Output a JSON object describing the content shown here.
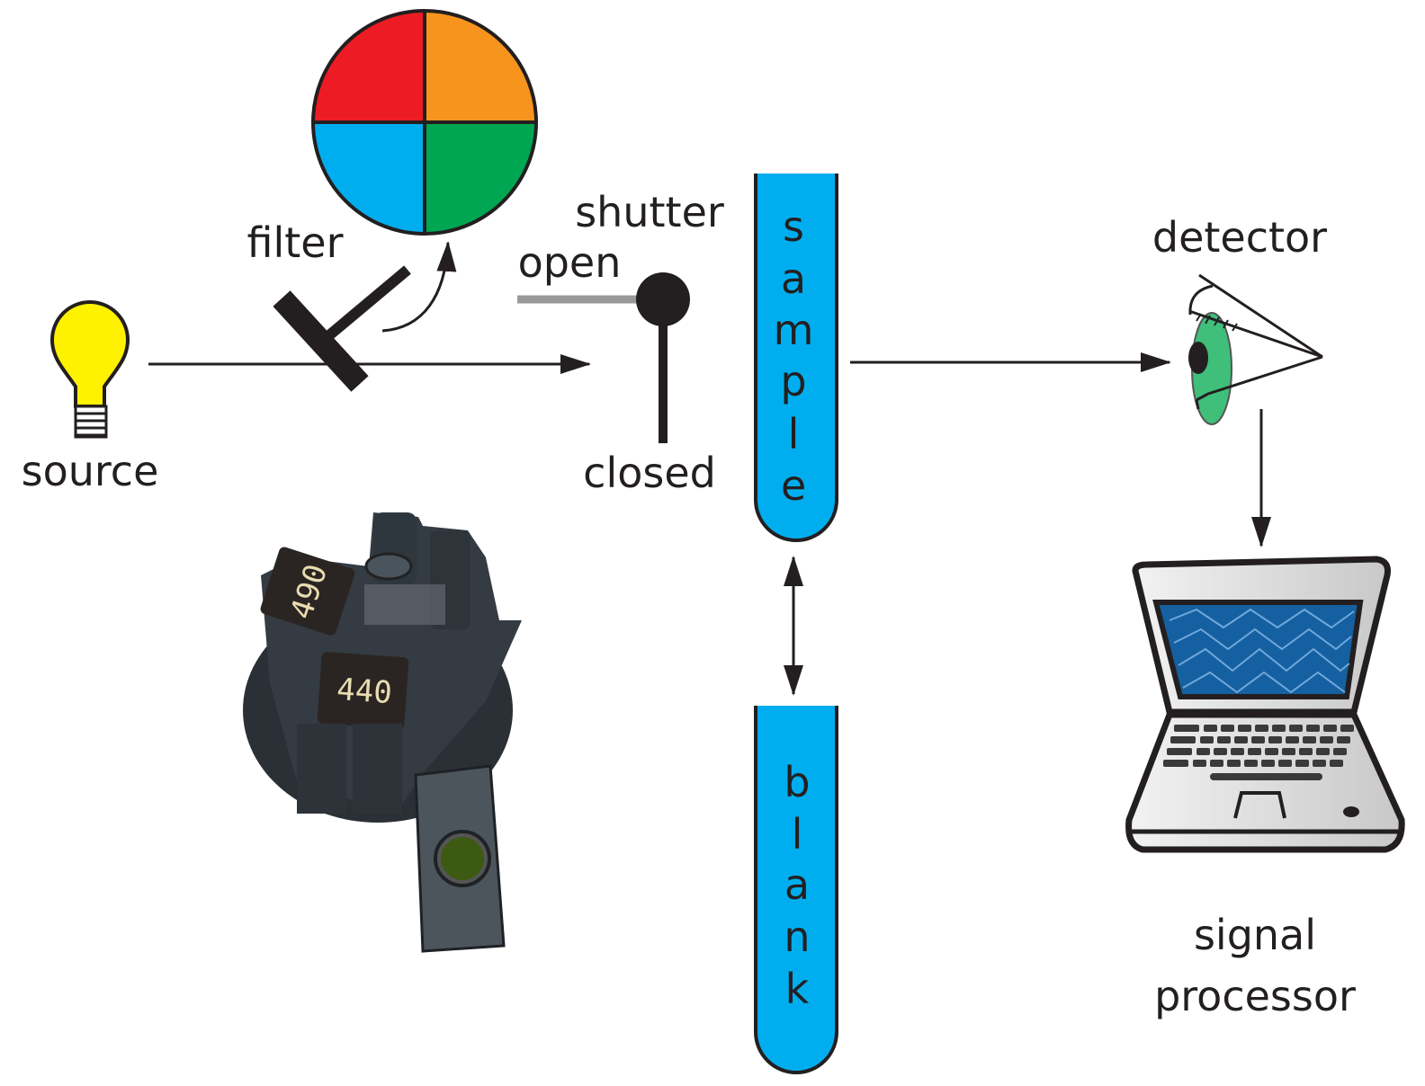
{
  "labels": {
    "source": "source",
    "filter": "filter",
    "shutter": "shutter",
    "open": "open",
    "closed": "closed",
    "detector": "detector",
    "signal_processor_line1": "signal",
    "signal_processor_line2": "processor"
  },
  "sample_letters": [
    "s",
    "a",
    "m",
    "p",
    "l",
    "e"
  ],
  "blank_letters": [
    "b",
    "l",
    "a",
    "n",
    "k"
  ],
  "filter_photo_labels": [
    "490",
    "440"
  ],
  "colors": {
    "filter_red": "#ed1c24",
    "filter_orange": "#f7941d",
    "filter_blue": "#00aeef",
    "filter_green": "#00a651",
    "cuvette": "#00aeef",
    "bulb": "#fff200",
    "eye_iris": "#3fbf7a",
    "screen": "#1560a0"
  },
  "icons": [
    "light-bulb-icon",
    "filter-wheel-icon",
    "eye-icon",
    "laptop-icon"
  ]
}
